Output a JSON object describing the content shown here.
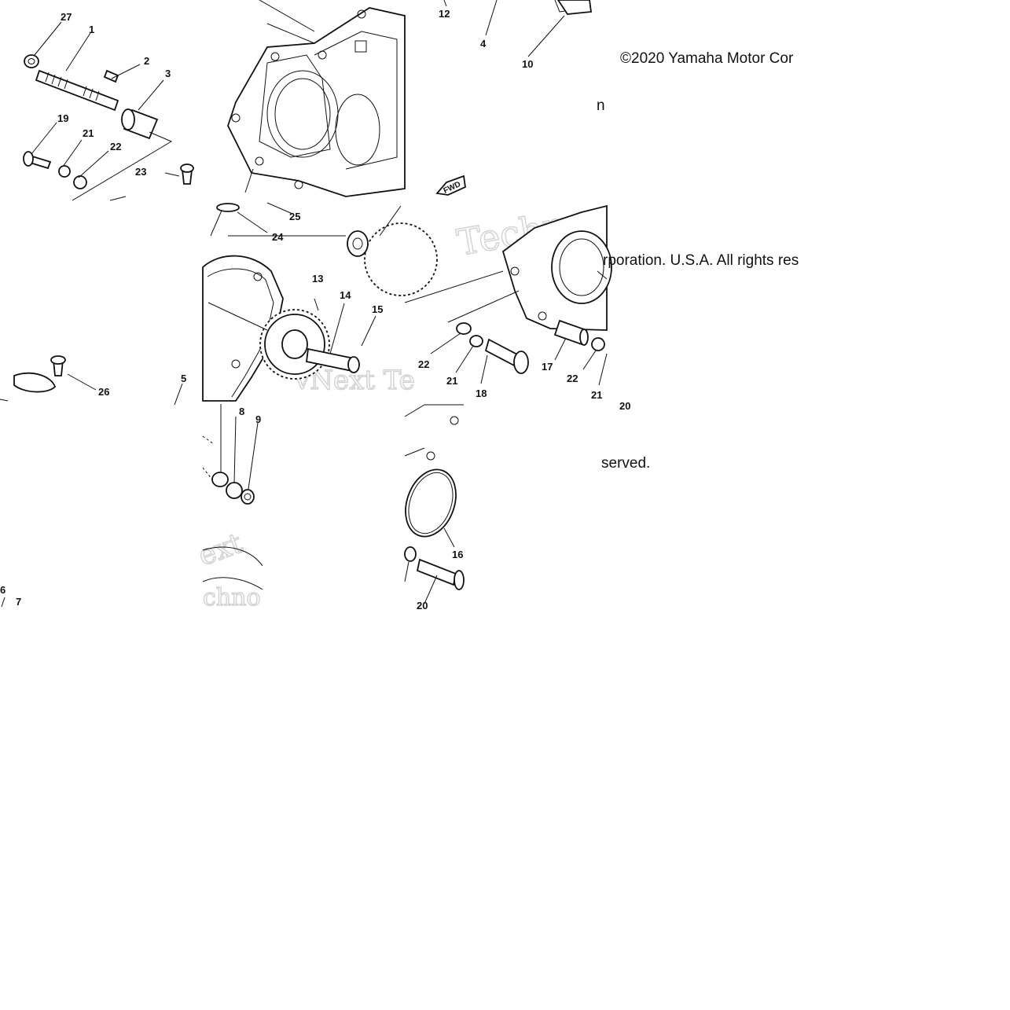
{
  "copyright": {
    "line_1": "©2020 Yamaha Motor Cor",
    "line_2": "rporation. U.S.A. All rights res",
    "line_3": "served.",
    "fragment": "n"
  },
  "watermark": {
    "text_1": "Techno",
    "text_2": "vNext Te",
    "text_3": "ext",
    "text_4": "chno"
  },
  "fwd_label": "FWD",
  "callouts": {
    "c1": "1",
    "c2": "2",
    "c3": "3",
    "c4": "4",
    "c5": "5",
    "c6": "6",
    "c7": "7",
    "c8": "8",
    "c9": "9",
    "c10": "10",
    "c12": "12",
    "c13": "13",
    "c14": "14",
    "c15": "15",
    "c16": "16",
    "c17": "17",
    "c18": "18",
    "c19": "19",
    "c20": "20",
    "c20b": "20",
    "c21": "21",
    "c21b": "21",
    "c21c": "21",
    "c22": "22",
    "c22b": "22",
    "c22c": "22",
    "c23": "23",
    "c24": "24",
    "c25": "25",
    "c26": "26",
    "c27": "27"
  }
}
